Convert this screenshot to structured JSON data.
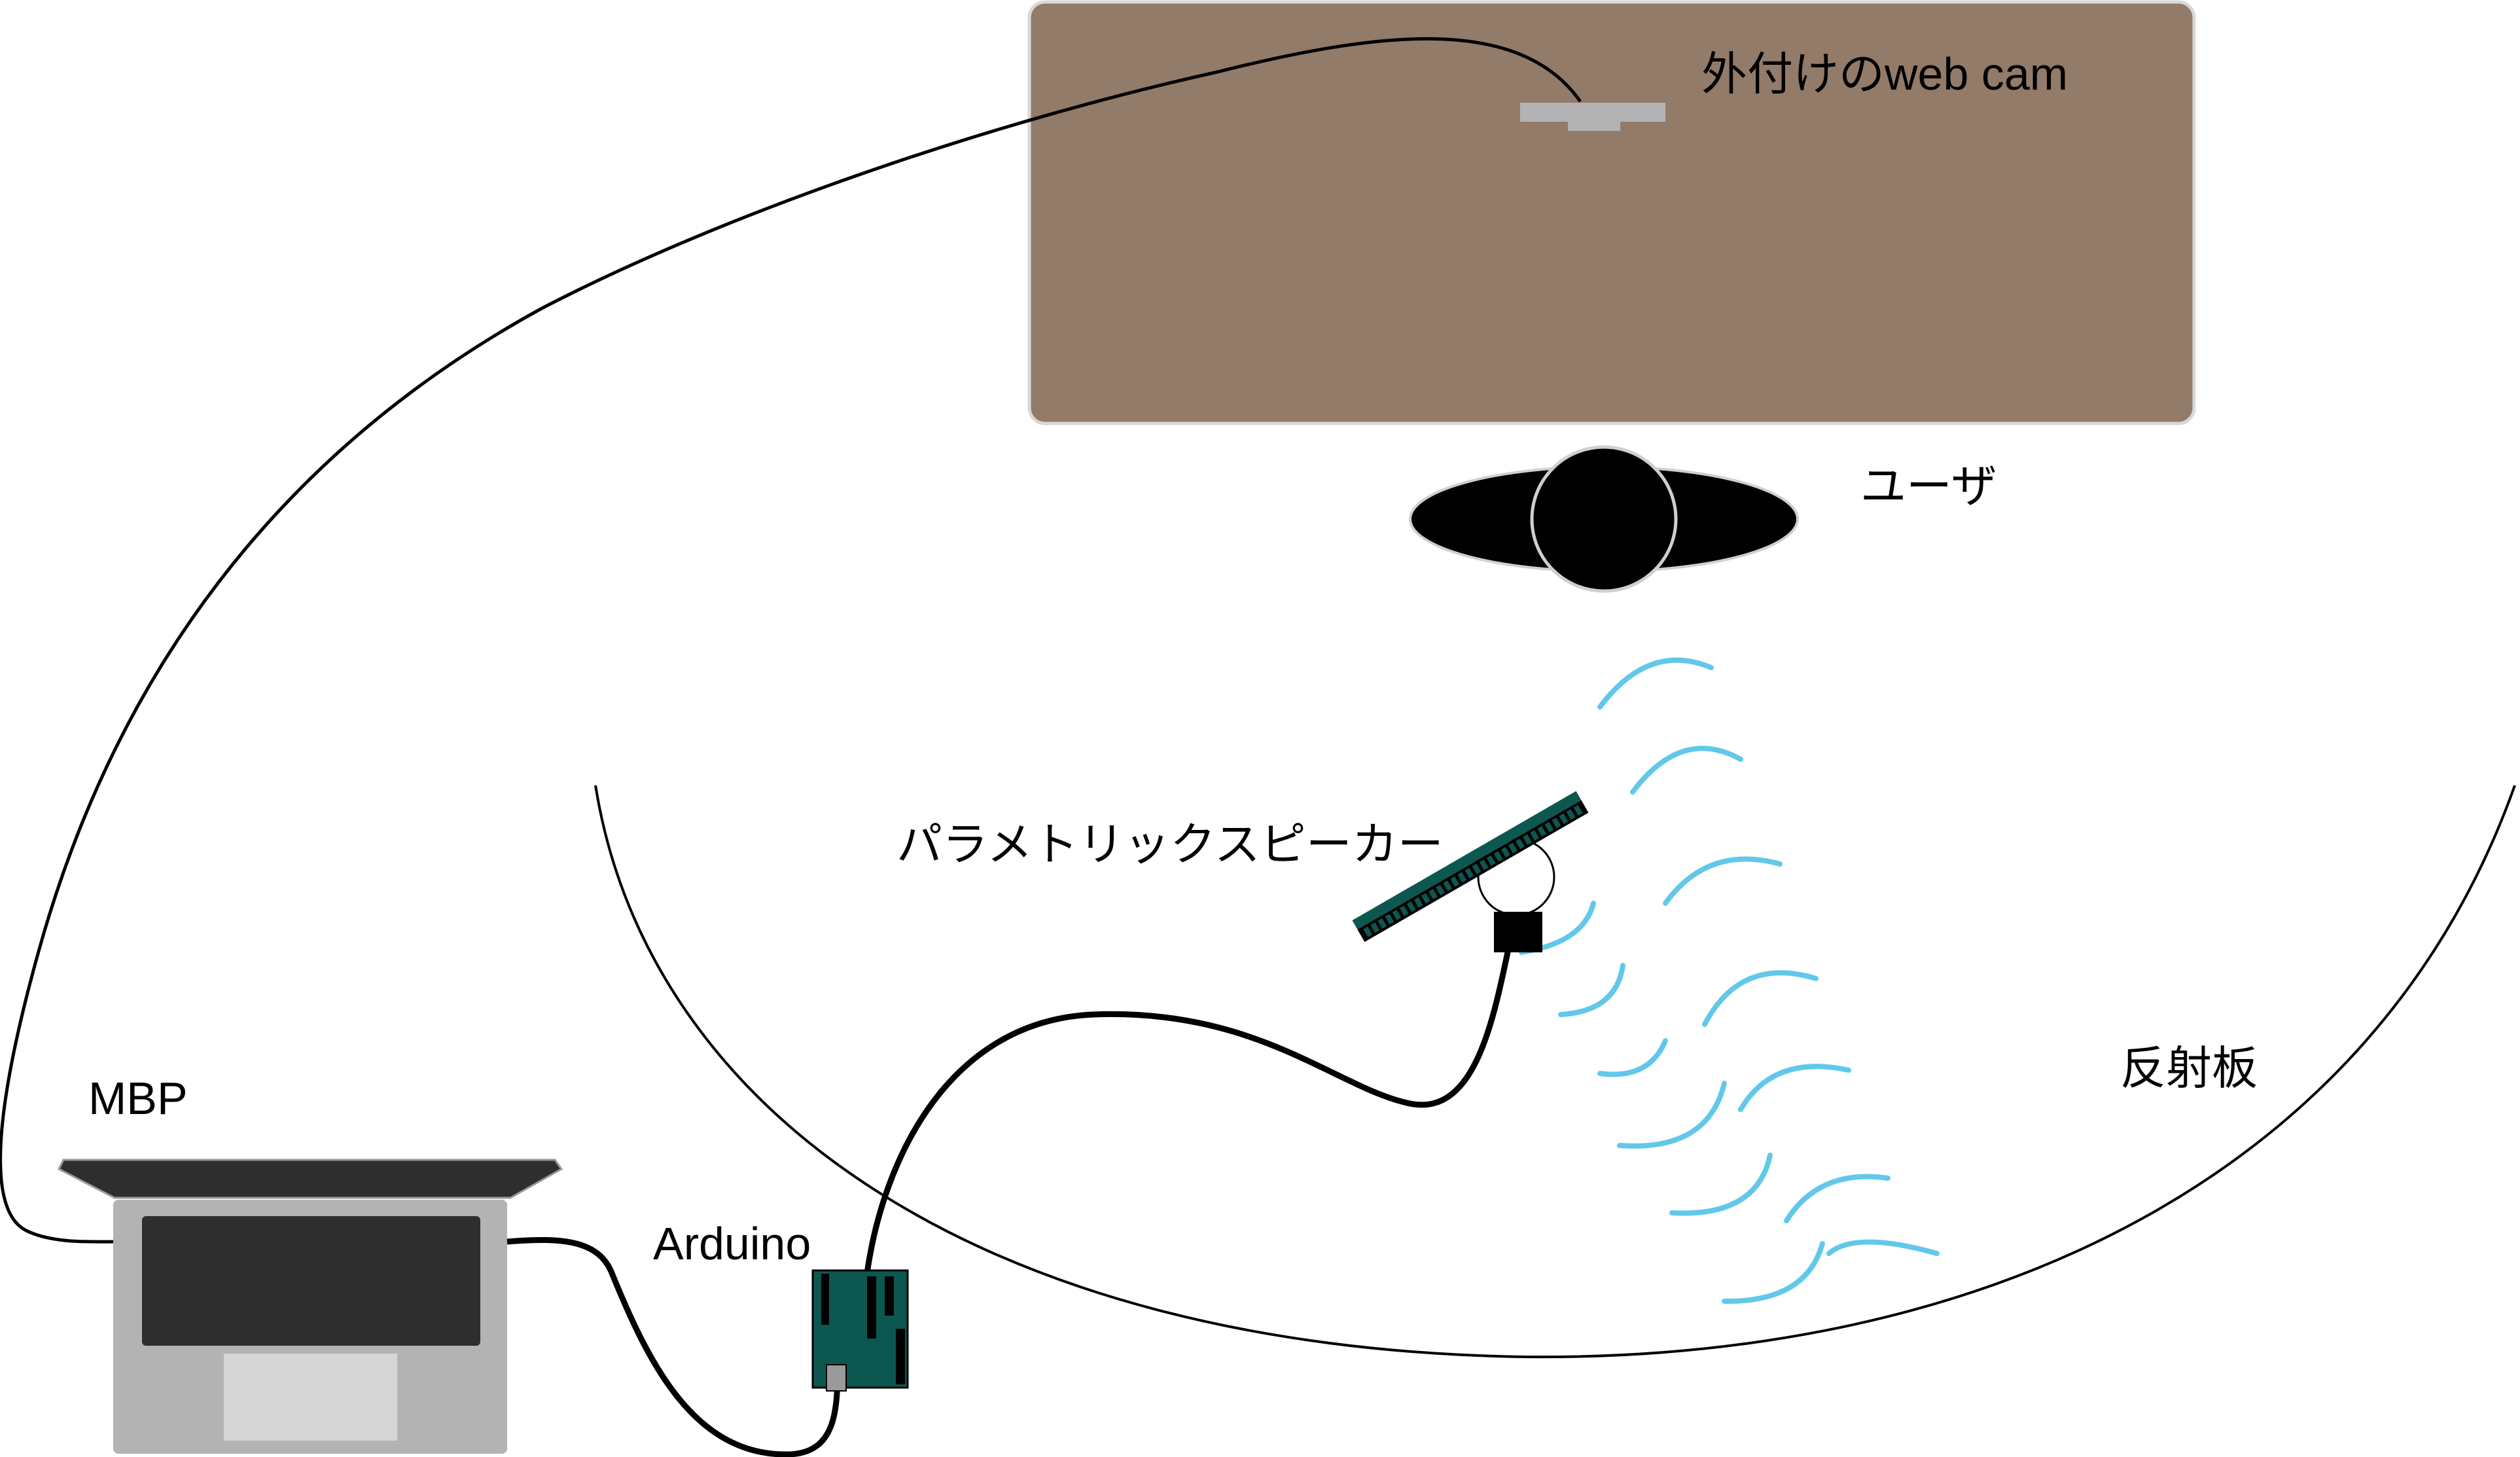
{
  "labels": {
    "webcam": "外付けのweb cam",
    "user": "ユーザ",
    "speaker": "パラメトリックスピーカー",
    "reflector": "反射板",
    "mbp": "MBP",
    "arduino": "Arduino"
  },
  "colors": {
    "desk": "#937b69",
    "desk_border": "#d8d8d8",
    "wave": "#62c8ea",
    "laptop_body": "#b3b3b3",
    "laptop_screen": "#2e2e2e",
    "trackpad": "#d6d6d6",
    "arduino_board": "#0d5751",
    "speaker_frame": "#0d5751",
    "camera": "#b3b3b3"
  }
}
